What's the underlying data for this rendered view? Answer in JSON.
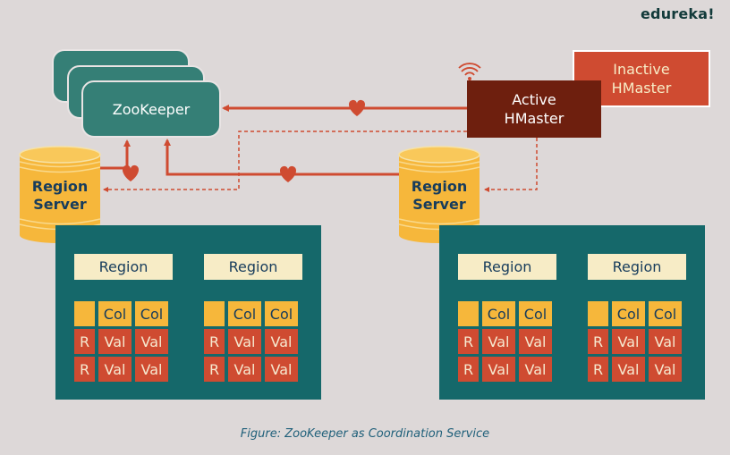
{
  "brand": {
    "logo": "edureka!"
  },
  "zookeeper": {
    "label": "ZooKeeper"
  },
  "region_servers": [
    {
      "line1": "Region",
      "line2": "Server"
    },
    {
      "line1": "Region",
      "line2": "Server"
    }
  ],
  "hmaster_active": {
    "line1": "Active",
    "line2": "HMaster"
  },
  "hmaster_inactive": {
    "line1": "Inactive",
    "line2": "HMaster"
  },
  "region_table": {
    "header": "Region",
    "row0": [
      "",
      "Col",
      "Col"
    ],
    "row1": [
      "R",
      "Val",
      "Val"
    ],
    "row2": [
      "R",
      "Val",
      "Val"
    ]
  },
  "caption": "Figure: ZooKeeper as Coordination Service",
  "colors": {
    "background": "#ddd8d8",
    "zookeeper": "#357f76",
    "region_server": "#f6b73b",
    "panel": "#15686a",
    "active_hmaster": "#6e1f0e",
    "inactive_hmaster": "#cf4b31",
    "heartbeat": "#cf4b31"
  },
  "icons": [
    "heart-icon",
    "wifi-signal-icon",
    "database-cylinder-icon"
  ]
}
